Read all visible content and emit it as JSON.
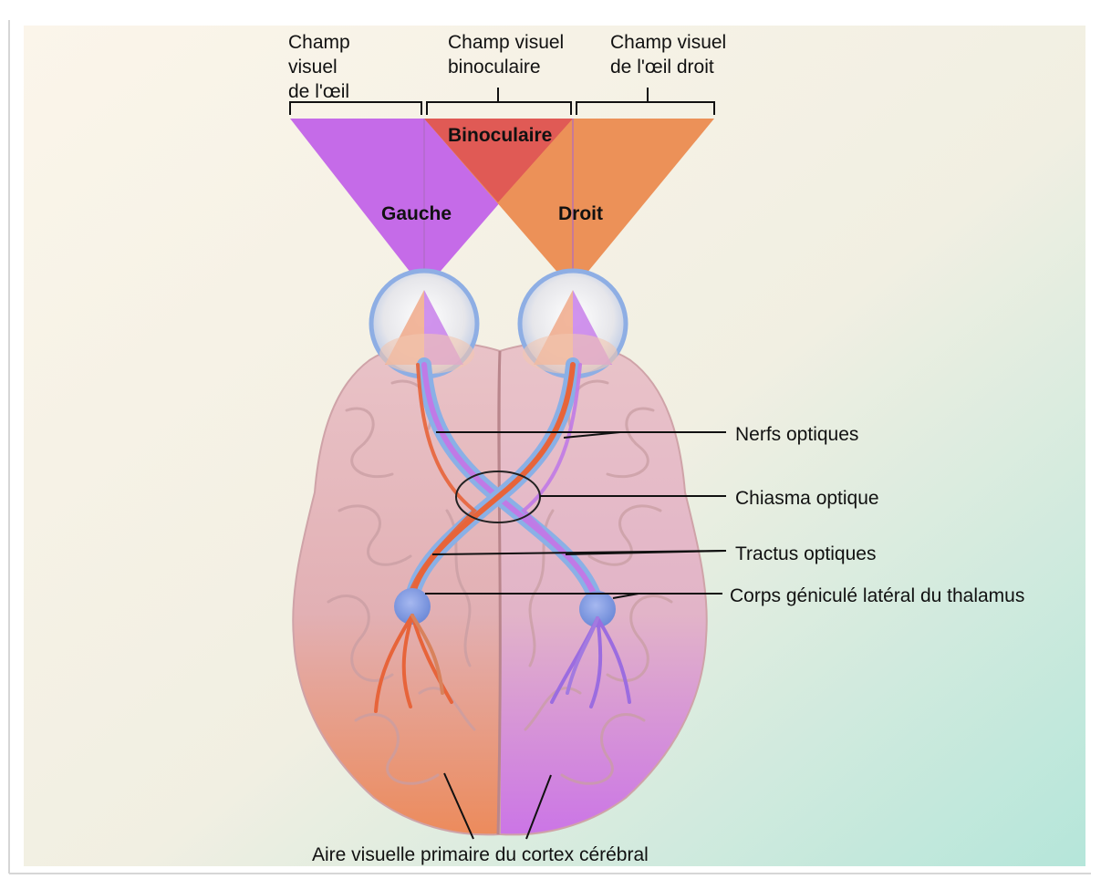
{
  "field_labels": {
    "left_line1": "Champ",
    "left_line2": "visuel",
    "left_line3": "de l'œil",
    "binocular_line1": "Champ visuel",
    "binocular_line2": "binoculaire",
    "right_line1": "Champ visuel",
    "right_line2": "de l'œil droit"
  },
  "region_labels": {
    "binoculaire": "Binoculaire",
    "gauche": "Gauche",
    "droit": "Droit"
  },
  "structure_labels": {
    "nerfs": "Nerfs optiques",
    "chiasma": "Chiasma optique",
    "tractus": "Tractus optiques",
    "corps": "Corps géniculé latéral du thalamus",
    "aire": "Aire visuelle primaire du cortex cérébral"
  },
  "colors": {
    "left_field": "#c56be8",
    "right_field": "#ec9158",
    "overlap": "#e05a55",
    "left_cortex": "#e8885a",
    "right_cortex": "#c56be8",
    "optic_nerve_outer": "#8ab0e6",
    "optic_nerve_inner": "#e7643a",
    "lgn": "#7c98e0"
  }
}
